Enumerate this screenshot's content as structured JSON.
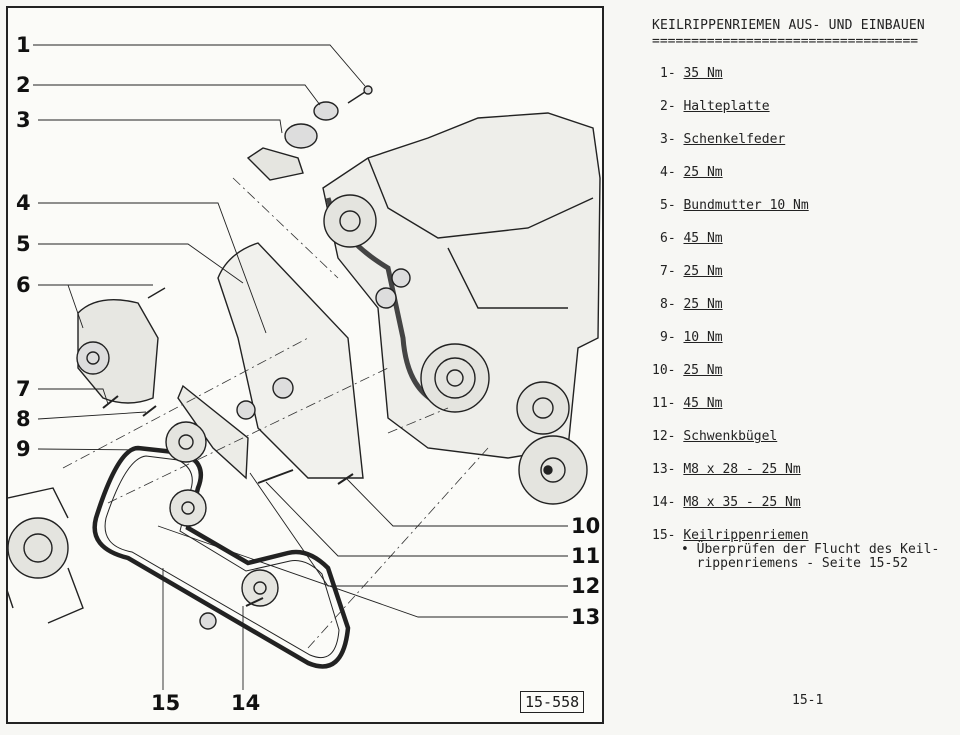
{
  "header": {
    "title": "KEILRIPPENRIEMEN AUS- UND EINBAUEN",
    "rule": "=================================="
  },
  "items": [
    {
      "num": "1-",
      "label": "35 Nm"
    },
    {
      "num": "2-",
      "label": "Halteplatte"
    },
    {
      "num": "3-",
      "label": "Schenkelfeder"
    },
    {
      "num": "4-",
      "label": "25 Nm"
    },
    {
      "num": "5-",
      "label": "Bundmutter 10 Nm"
    },
    {
      "num": "6-",
      "label": "45 Nm"
    },
    {
      "num": "7-",
      "label": "25 Nm"
    },
    {
      "num": "8-",
      "label": "25 Nm"
    },
    {
      "num": "9-",
      "label": "10 Nm"
    },
    {
      "num": "10-",
      "label": "25 Nm"
    },
    {
      "num": "11-",
      "label": "45 Nm"
    },
    {
      "num": "12-",
      "label": "Schwenkbügel"
    },
    {
      "num": "13-",
      "label": "M8 x 28 - 25 Nm"
    },
    {
      "num": "14-",
      "label": "M8 x 35 - 25 Nm"
    },
    {
      "num": "15-",
      "label": "Keilrippenriemen"
    }
  ],
  "note": {
    "line1": "• Überprüfen der Flucht des Keil-",
    "line2": "  rippenriemens - Seite 15-52"
  },
  "figure": {
    "code": "15-558",
    "callouts": [
      "1",
      "2",
      "3",
      "4",
      "5",
      "6",
      "7",
      "8",
      "9",
      "10",
      "11",
      "12",
      "13",
      "14",
      "15"
    ]
  },
  "footer": {
    "page": "15-1"
  }
}
